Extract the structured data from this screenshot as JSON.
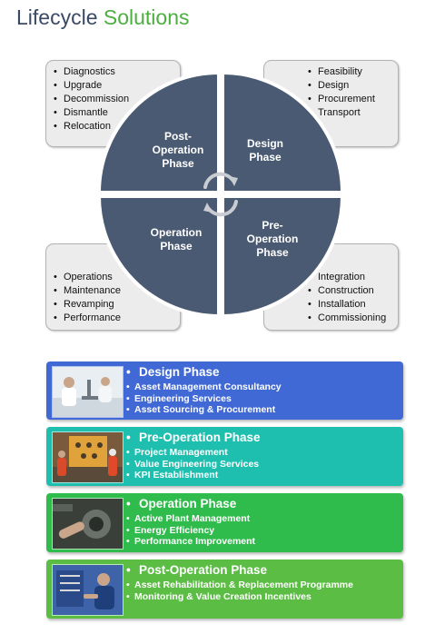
{
  "title": {
    "part1": "Lifecycle",
    "part2": "Solutions"
  },
  "colors": {
    "title_dark": "#3a4a66",
    "title_accent": "#4caf3f",
    "circle": "#4a5a72",
    "design_band": "#4169d6",
    "pre_operation_band": "#1fbfb0",
    "operation_band": "#2fbc4c",
    "post_operation_band": "#5cbd45"
  },
  "corners": {
    "top_left": [
      "Diagnostics",
      "Upgrade",
      "Decommission",
      "Dismantle",
      "Relocation"
    ],
    "top_right": [
      "Feasibility",
      "Design",
      "Procurement",
      "Transport"
    ],
    "bottom_left": [
      "Operations",
      "Maintenance",
      "Revamping",
      "Performance"
    ],
    "bottom_right": [
      "Integration",
      "Construction",
      "Installation",
      "Commissioning"
    ]
  },
  "quadrants": {
    "post_operation": "Post-\nOperation\nPhase",
    "design": "Design\nPhase",
    "operation": "Operation\nPhase",
    "pre_operation": "Pre-\nOperation\nPhase"
  },
  "phases": [
    {
      "title": "Design Phase",
      "items": [
        "Asset Management Consultancy",
        "Engineering Services",
        "Asset Sourcing & Procurement"
      ]
    },
    {
      "title": "Pre-Operation Phase",
      "items": [
        "Project Management",
        "Value Engineering Services",
        "KPI Establishment"
      ]
    },
    {
      "title": "Operation Phase",
      "items": [
        "Active Plant Management",
        "Energy Efficiency",
        "Performance Improvement"
      ]
    },
    {
      "title": "Post-Operation Phase",
      "items": [
        "Asset Rehabilitation & Replacement Programme",
        "Monitoring & Value Creation Incentives"
      ]
    }
  ]
}
